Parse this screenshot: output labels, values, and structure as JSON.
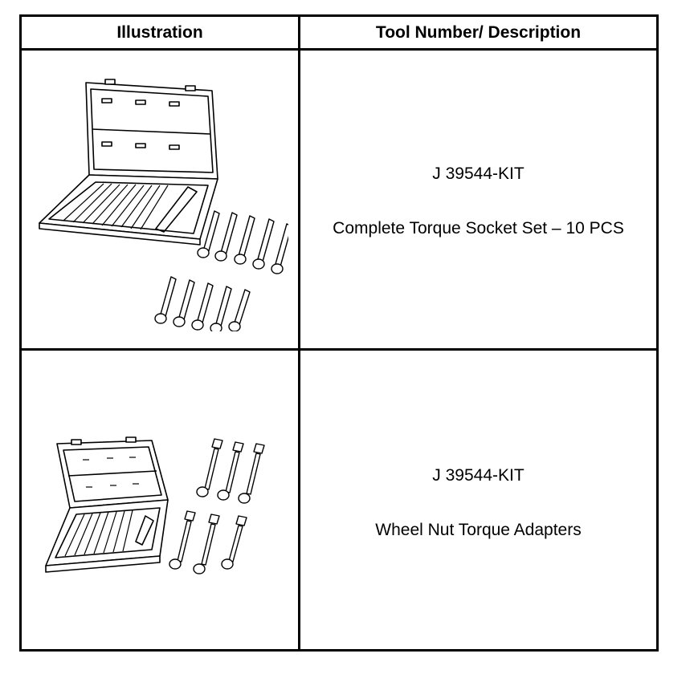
{
  "table": {
    "headers": [
      "Illustration",
      "Tool Number/ Description"
    ],
    "rows": [
      {
        "tool_number": "J 39544-KIT",
        "description": "Complete Torque Socket Set – 10 PCS",
        "illustration_icon": "torque-socket-set-case-icon"
      },
      {
        "tool_number": "J 39544-KIT",
        "description": "Wheel Nut Torque Adapters",
        "illustration_icon": "wheel-nut-adapter-case-icon"
      }
    ]
  }
}
